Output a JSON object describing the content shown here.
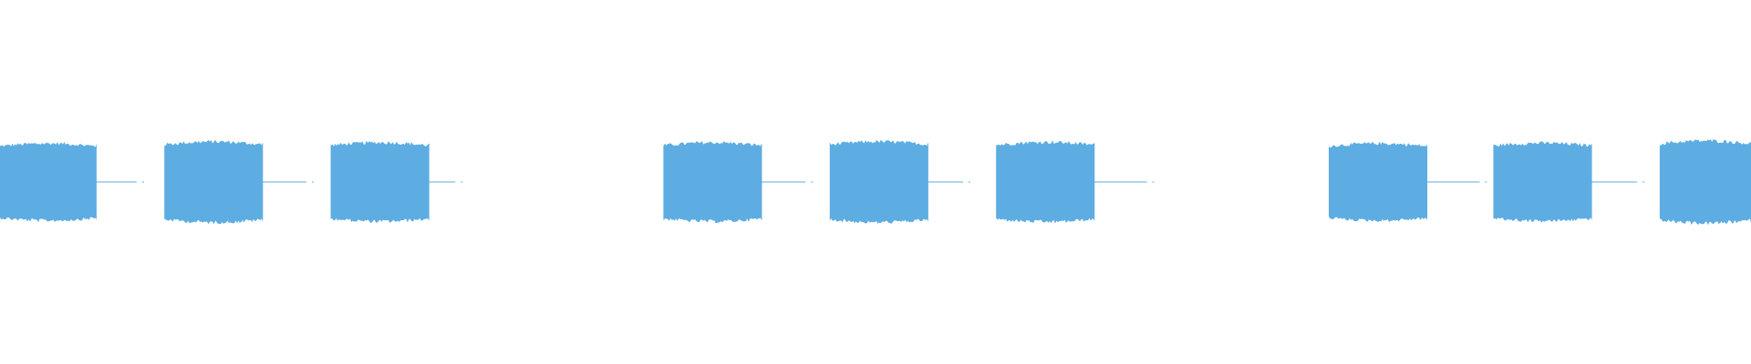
{
  "waveform": {
    "color": "#5dade2",
    "background": "#ffffff",
    "icon": "audio-waveform-icon",
    "bursts": [
      {
        "start": 0.0,
        "end": 0.055,
        "amplitude": 0.86
      },
      {
        "start": 0.094,
        "end": 0.15,
        "amplitude": 0.9
      },
      {
        "start": 0.189,
        "end": 0.245,
        "amplitude": 0.88
      },
      {
        "start": 0.379,
        "end": 0.435,
        "amplitude": 0.88
      },
      {
        "start": 0.474,
        "end": 0.53,
        "amplitude": 0.9
      },
      {
        "start": 0.569,
        "end": 0.625,
        "amplitude": 0.89
      },
      {
        "start": 0.759,
        "end": 0.815,
        "amplitude": 0.86
      },
      {
        "start": 0.853,
        "end": 0.909,
        "amplitude": 0.87
      },
      {
        "start": 0.948,
        "end": 1.0,
        "amplitude": 0.92
      }
    ],
    "quiet_segments": [
      {
        "start": 0.055,
        "end": 0.078,
        "amplitude": 0.01
      },
      {
        "start": 0.15,
        "end": 0.175,
        "amplitude": 0.01
      },
      {
        "start": 0.245,
        "end": 0.26,
        "amplitude": 0.01
      },
      {
        "start": 0.435,
        "end": 0.46,
        "amplitude": 0.01
      },
      {
        "start": 0.53,
        "end": 0.55,
        "amplitude": 0.01
      },
      {
        "start": 0.625,
        "end": 0.655,
        "amplitude": 0.01
      },
      {
        "start": 0.815,
        "end": 0.845,
        "amplitude": 0.01
      },
      {
        "start": 0.909,
        "end": 0.935,
        "amplitude": 0.01
      }
    ]
  }
}
